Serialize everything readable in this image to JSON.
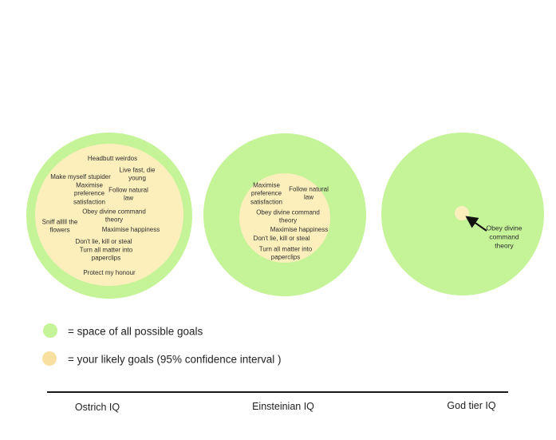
{
  "colors": {
    "goal_space_green": "#c5f398",
    "likely_goals_yellow": "#fdefbc",
    "legend_yellow": "#f7e0a0",
    "text": "#2d2d2d",
    "axis": "#1a1a1a"
  },
  "diagrams": [
    {
      "name": "ostrich",
      "goals": [
        "Headbutt weirdos",
        "Make myself stupider",
        "Live fast, die\nyoung",
        "Maximise\npreference\nsatisfaction",
        "Follow natural\nlaw",
        "Obey divine command\ntheory",
        "Sniff alllll the\nflowers",
        "Maximise happiness",
        "Don't lie, kill or steal",
        "Turn all matter into\npaperclips",
        "Protect my honour"
      ]
    },
    {
      "name": "einsteinian",
      "goals": [
        "Maximise\npreference\nsatisfaction",
        "Follow natural\nlaw",
        "Obey divine command\ntheory",
        "Maximise happiness",
        "Don't lie, kill or steal",
        "Turn all matter into\npaperclips"
      ]
    },
    {
      "name": "god-tier",
      "goals": [
        "Obey divine command\ntheory"
      ]
    }
  ],
  "legend": {
    "items": [
      {
        "label": "= space of all possible goals"
      },
      {
        "label": "= your likely goals (95% confidence interval )"
      }
    ]
  },
  "axis": {
    "labels": [
      "Ostrich IQ",
      "Einsteinian IQ",
      "God tier IQ"
    ]
  }
}
